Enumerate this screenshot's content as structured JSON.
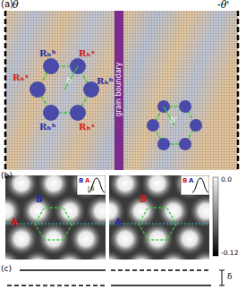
{
  "diagram": {
    "labels": [
      "(a)",
      "θ",
      "-θ'",
      "Rₕʰ",
      "Rₕˣ",
      "Rₕˣ",
      "b",
      "Rₕʰ",
      "Rₕʰ",
      "Rₕˣ",
      "grain boundary",
      "b'",
      "(b)",
      "B",
      "A",
      "B",
      "A",
      "δ",
      "B",
      "A",
      "B",
      "A",
      "0.0",
      "-0.12",
      "(c)",
      "δ"
    ]
  }
}
